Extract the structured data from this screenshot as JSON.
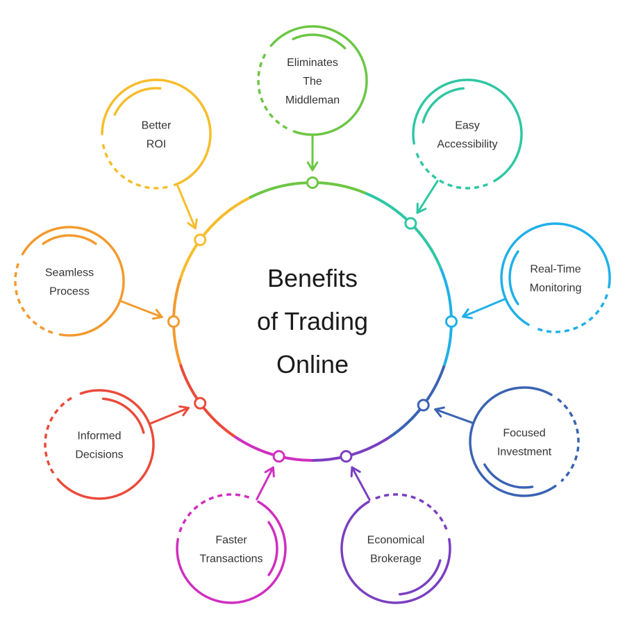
{
  "center": {
    "lines": [
      "Benefits",
      "of Trading",
      "Online"
    ]
  },
  "benefits": [
    {
      "lines": [
        "Eliminates",
        "The",
        "Middleman"
      ],
      "color": "#6cc644"
    },
    {
      "lines": [
        "Easy",
        "Accessibility"
      ],
      "color": "#2ec7a3"
    },
    {
      "lines": [
        "Real-Time",
        "Monitoring"
      ],
      "color": "#1fb0e8"
    },
    {
      "lines": [
        "Focused",
        "Investment"
      ],
      "color": "#3b63b3"
    },
    {
      "lines": [
        "Economical",
        "Brokerage"
      ],
      "color": "#7a3fc0"
    },
    {
      "lines": [
        "Faster",
        "Transactions"
      ],
      "color": "#cf2fbf"
    },
    {
      "lines": [
        "Informed",
        "Decisions"
      ],
      "color": "#ea4a3a"
    },
    {
      "lines": [
        "Seamless",
        "Process"
      ],
      "color": "#f39a2e"
    },
    {
      "lines": [
        "Better",
        "ROI"
      ],
      "color": "#f6bd2c"
    }
  ]
}
